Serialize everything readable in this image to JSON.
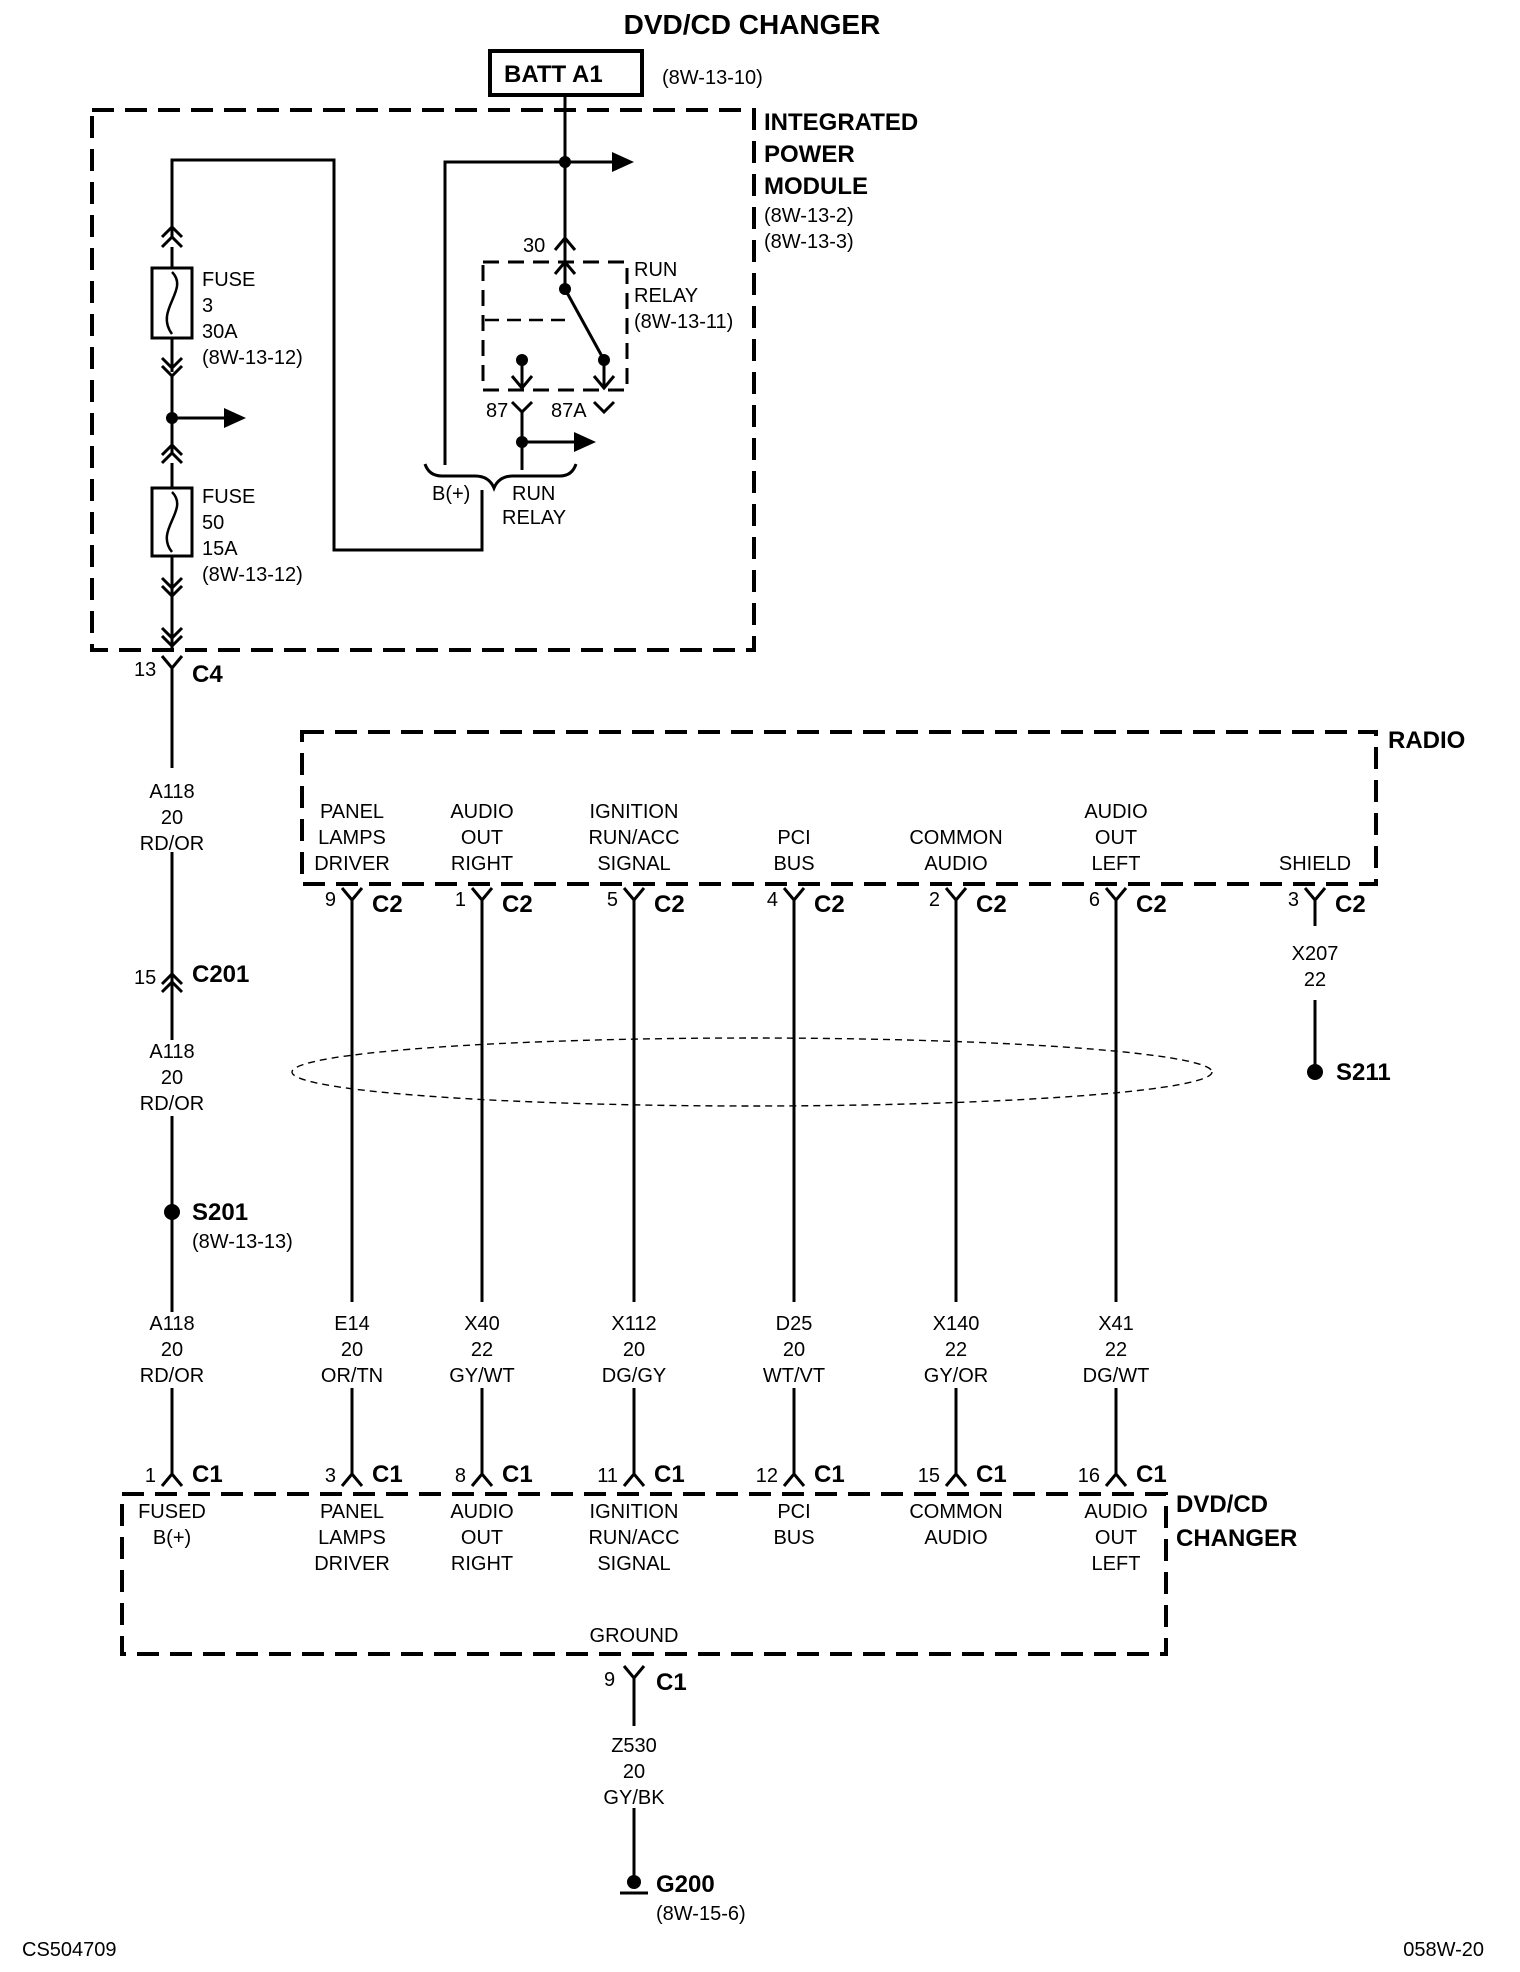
{
  "title": "DVD/CD CHANGER",
  "batt": {
    "label": "BATT A1",
    "ref": "(8W-13-10)"
  },
  "ipm": {
    "line1": "INTEGRATED",
    "line2": "POWER",
    "line3": "MODULE",
    "ref1": "(8W-13-2)",
    "ref2": "(8W-13-3)"
  },
  "fuse3": {
    "l1": "FUSE",
    "l2": "3",
    "l3": "30A",
    "l4": "(8W-13-12)"
  },
  "fuse50": {
    "l1": "FUSE",
    "l2": "50",
    "l3": "15A",
    "l4": "(8W-13-12)"
  },
  "relay": {
    "l1": "RUN",
    "l2": "RELAY",
    "l3": "(8W-13-11)",
    "pin30": "30",
    "pin87": "87",
    "pin87a": "87A",
    "bplus": "B(+)",
    "run1": "RUN",
    "run2": "RELAY"
  },
  "c4": {
    "pin": "13",
    "name": "C4"
  },
  "a118": {
    "circuit": "A118",
    "gauge": "20",
    "color": "RD/OR"
  },
  "c201": {
    "pin": "15",
    "name": "C201"
  },
  "s201": {
    "name": "S201",
    "ref": "(8W-13-13)"
  },
  "radio": {
    "name": "RADIO",
    "connector": "C2",
    "pins": [
      {
        "l1": "PANEL",
        "l2": "LAMPS",
        "l3": "DRIVER",
        "pin": "9"
      },
      {
        "l1": "AUDIO",
        "l2": "OUT",
        "l3": "RIGHT",
        "pin": "1"
      },
      {
        "l1": "IGNITION",
        "l2": "RUN/ACC",
        "l3": "SIGNAL",
        "pin": "5"
      },
      {
        "l2": "PCI",
        "l3": "BUS",
        "pin": "4"
      },
      {
        "l2": "COMMON",
        "l3": "AUDIO",
        "pin": "2"
      },
      {
        "l1": "AUDIO",
        "l2": "OUT",
        "l3": "LEFT",
        "pin": "6"
      },
      {
        "l3": "SHIELD",
        "pin": "3"
      }
    ]
  },
  "shield_wire": {
    "circuit": "X207",
    "gauge": "22"
  },
  "s211": "S211",
  "wires": [
    {
      "circuit": "E14",
      "gauge": "20",
      "color": "OR/TN"
    },
    {
      "circuit": "X40",
      "gauge": "22",
      "color": "GY/WT"
    },
    {
      "circuit": "X112",
      "gauge": "20",
      "color": "DG/GY"
    },
    {
      "circuit": "D25",
      "gauge": "20",
      "color": "WT/VT"
    },
    {
      "circuit": "X140",
      "gauge": "22",
      "color": "GY/OR"
    },
    {
      "circuit": "X41",
      "gauge": "22",
      "color": "DG/WT"
    }
  ],
  "changer": {
    "name1": "DVD/CD",
    "name2": "CHANGER",
    "connector": "C1",
    "pins": [
      {
        "pin": "1",
        "l1": "FUSED",
        "l2": "B(+)"
      },
      {
        "pin": "3",
        "l1": "PANEL",
        "l2": "LAMPS",
        "l3": "DRIVER"
      },
      {
        "pin": "8",
        "l1": "AUDIO",
        "l2": "OUT",
        "l3": "RIGHT"
      },
      {
        "pin": "11",
        "l1": "IGNITION",
        "l2": "RUN/ACC",
        "l3": "SIGNAL"
      },
      {
        "pin": "12",
        "l1": "PCI",
        "l2": "BUS"
      },
      {
        "pin": "15",
        "l1": "COMMON",
        "l2": "AUDIO"
      },
      {
        "pin": "16",
        "l1": "AUDIO",
        "l2": "OUT",
        "l3": "LEFT"
      }
    ],
    "ground": {
      "label": "GROUND",
      "pin": "9"
    }
  },
  "z530": {
    "circuit": "Z530",
    "gauge": "20",
    "color": "GY/BK"
  },
  "g200": {
    "name": "G200",
    "ref": "(8W-15-6)"
  },
  "footer_left": "CS504709",
  "footer_right": "058W-20"
}
